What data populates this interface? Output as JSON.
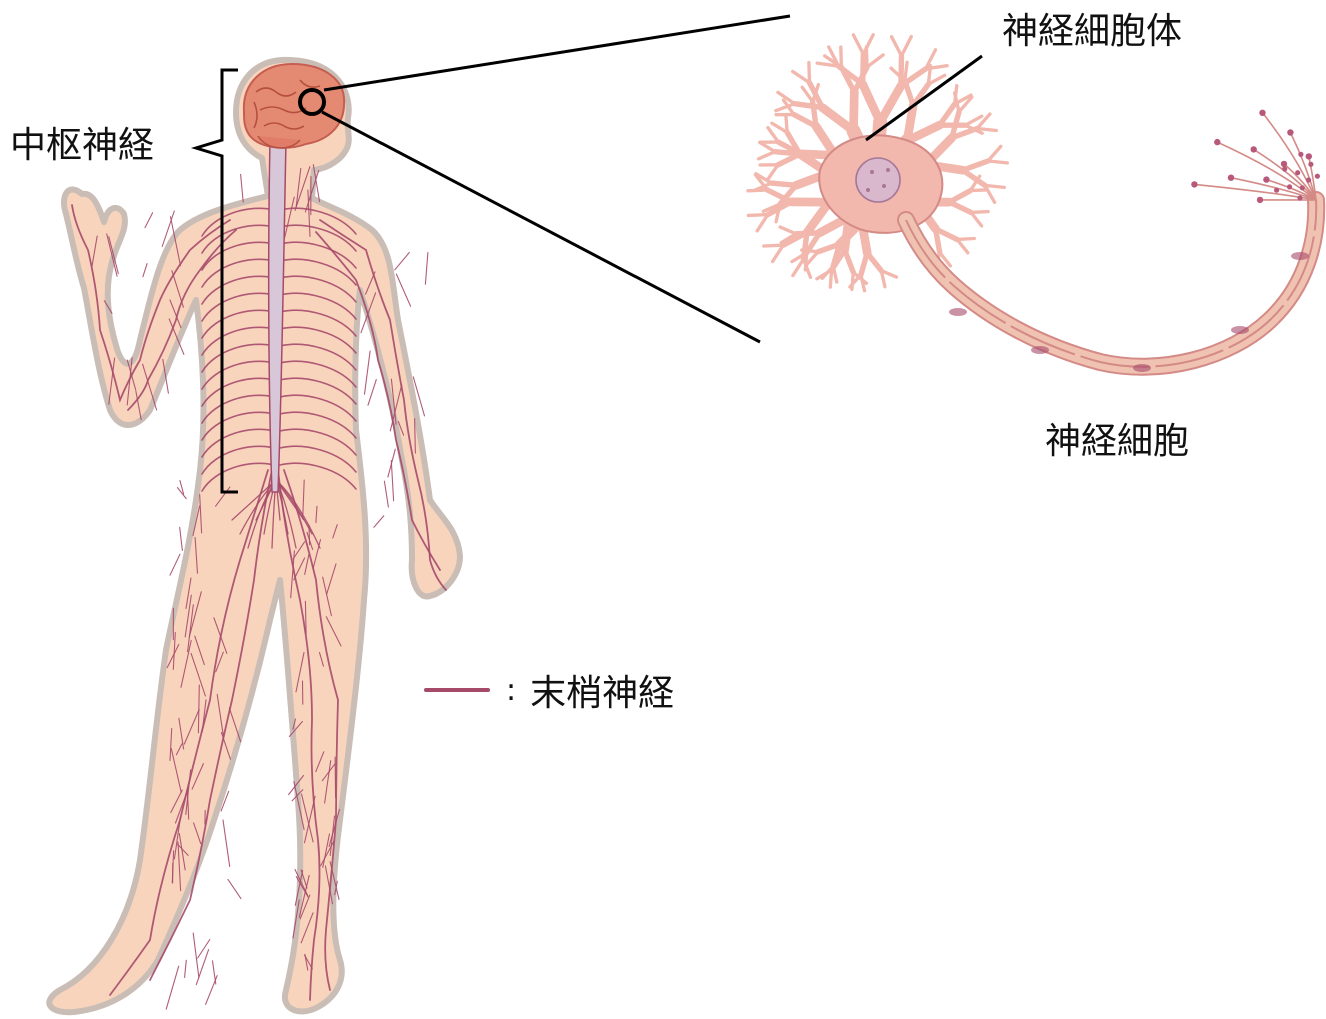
{
  "labels": {
    "central_nervous_system": "中枢神経",
    "cell_body": "神経細胞体",
    "neuron": "神経細胞"
  },
  "legend": {
    "separator": ":",
    "text": "末梢神経"
  },
  "colors": {
    "nerve": "#a64a6a",
    "skin_fill": "#f9d4bd",
    "skin_outline": "#c9bdb5",
    "brain": "#e58a72",
    "spinal_cord": "#d8c7d8",
    "neuron_fill": "#f2b7ad",
    "neuron_outline": "#d48a86",
    "nucleus": "#d9b7cc",
    "myelin": "#f0c2b2",
    "terminal_bulb": "#b8587a",
    "line": "#000000"
  },
  "icons": [
    "human-figure-icon",
    "neuron-icon"
  ]
}
